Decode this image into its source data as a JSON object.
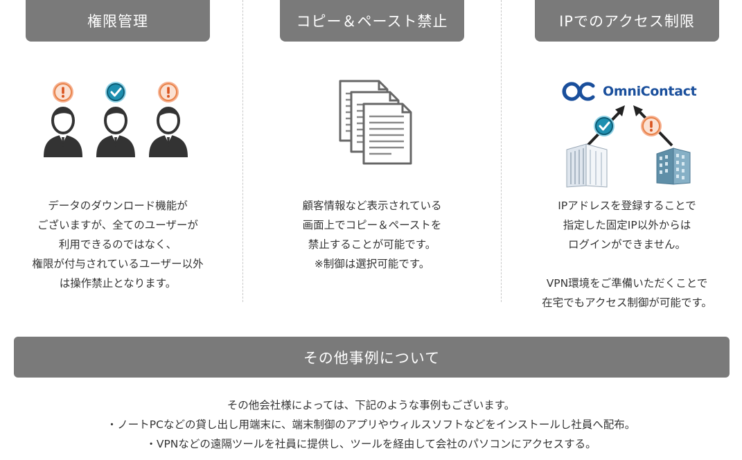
{
  "columns": [
    {
      "title": "権限管理",
      "lines": [
        "データのダウンロード機能が",
        "ございますが、全てのユーザーが",
        "利用できるのではなく、",
        "権限が付与されているユーザー以外",
        "は操作禁止となります。"
      ]
    },
    {
      "title": "コピー＆ペースト禁止",
      "lines": [
        "顧客情報など表示されている",
        "画面上でコピー＆ペーストを",
        "禁止することが可能です。",
        "※制御は選択可能です。"
      ]
    },
    {
      "title": "IPでのアクセス制限",
      "lines": [
        "IPアドレスを登録することで",
        "指定した固定IP以外からは",
        "ログインができません。"
      ],
      "lines2": [
        "VPN環境をご準備いただくことで",
        "在宅でもアクセス制御が可能です。"
      ],
      "logo_text": "OmniContact"
    }
  ],
  "other": {
    "title": "その他事例について",
    "lines": [
      "その他会社様によっては、下記のような事例もございます。",
      "・ノートPCなどの貸し出し用端末に、端末制御のアプリやウィルスソフトなどをインストールし社員へ配布。",
      "・VPNなどの遠隔ツールを社員に提供し、ツールを経由して会社のパソコンにアクセスする。"
    ]
  },
  "colors": {
    "button_bg": "#7a7a7a",
    "warning": "#e8834a",
    "check": "#1e8fb0",
    "brand": "#1a4f9c"
  }
}
